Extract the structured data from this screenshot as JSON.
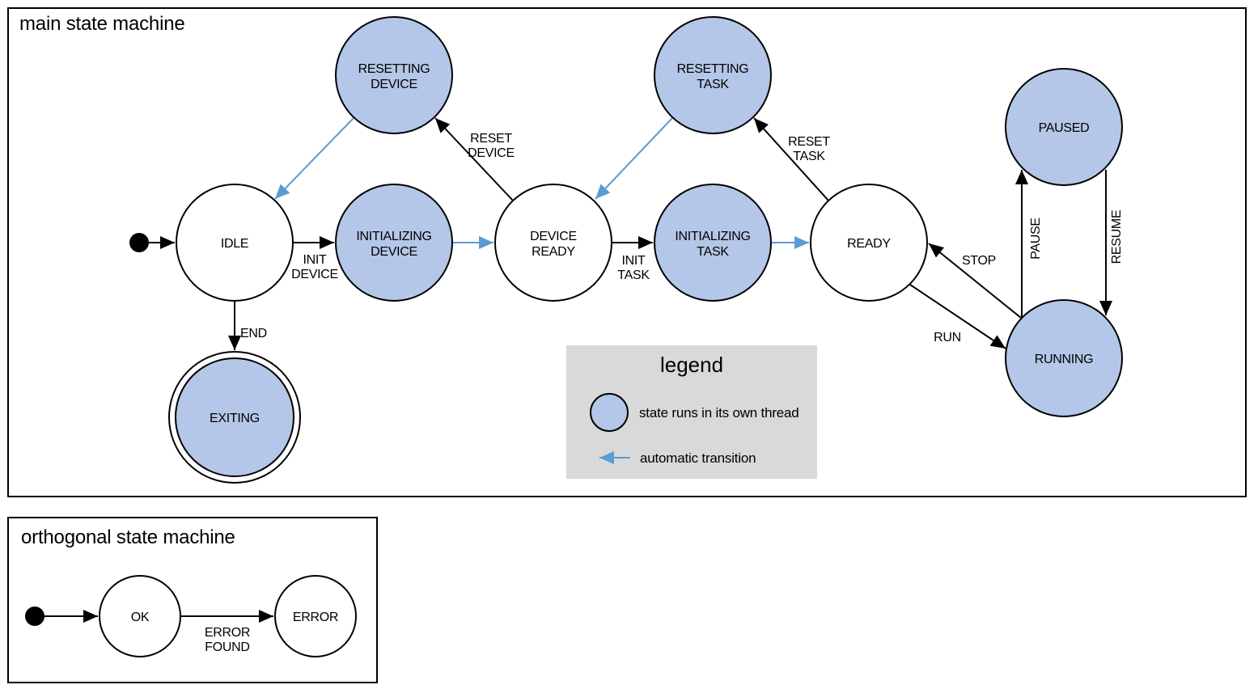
{
  "colors": {
    "threaded_state_fill": "#b4c7e8",
    "state_stroke": "#000000",
    "auto_transition_blue": "#5b9bd5",
    "legend_background": "#d9d9d9"
  },
  "main_machine": {
    "title": "main state machine",
    "states": {
      "idle": {
        "label": "IDLE"
      },
      "resetting_device": {
        "label1": "RESETTING",
        "label2": "DEVICE"
      },
      "initializing_device": {
        "label1": "INITIALIZING",
        "label2": "DEVICE"
      },
      "device_ready": {
        "label1": "DEVICE",
        "label2": "READY"
      },
      "resetting_task": {
        "label1": "RESETTING",
        "label2": "TASK"
      },
      "initializing_task": {
        "label1": "INITIALIZING",
        "label2": "TASK"
      },
      "ready": {
        "label": "READY"
      },
      "paused": {
        "label": "PAUSED"
      },
      "running": {
        "label": "RUNNING"
      },
      "exiting": {
        "label": "EXITING"
      }
    },
    "transitions": {
      "init_device": {
        "from": "IDLE",
        "to": "INITIALIZING DEVICE",
        "label1": "INIT",
        "label2": "DEVICE"
      },
      "initializing_device_auto": {
        "from": "INITIALIZING DEVICE",
        "to": "DEVICE READY",
        "automatic": true
      },
      "reset_device": {
        "from": "DEVICE READY",
        "to": "RESETTING DEVICE",
        "label1": "RESET",
        "label2": "DEVICE"
      },
      "resetting_device_auto": {
        "from": "RESETTING DEVICE",
        "to": "IDLE",
        "automatic": true
      },
      "init_task": {
        "from": "DEVICE READY",
        "to": "INITIALIZING TASK",
        "label1": "INIT",
        "label2": "TASK"
      },
      "initializing_task_auto": {
        "from": "INITIALIZING TASK",
        "to": "READY",
        "automatic": true
      },
      "reset_task": {
        "from": "READY",
        "to": "RESETTING TASK",
        "label1": "RESET",
        "label2": "TASK"
      },
      "resetting_task_auto": {
        "from": "RESETTING TASK",
        "to": "DEVICE READY",
        "automatic": true
      },
      "run": {
        "from": "READY",
        "to": "RUNNING",
        "label": "RUN"
      },
      "stop": {
        "from": "RUNNING",
        "to": "READY",
        "label": "STOP"
      },
      "pause": {
        "from": "RUNNING",
        "to": "PAUSED",
        "label": "PAUSE"
      },
      "resume": {
        "from": "PAUSED",
        "to": "RUNNING",
        "label": "RESUME"
      },
      "end": {
        "from": "IDLE",
        "to": "EXITING",
        "label": "END"
      }
    }
  },
  "legend": {
    "title": "legend",
    "threaded_state_label": "state runs in its own thread",
    "auto_transition_label": "automatic transition"
  },
  "orthogonal_machine": {
    "title": "orthogonal state machine",
    "states": {
      "ok": {
        "label": "OK"
      },
      "error": {
        "label": "ERROR"
      }
    },
    "transitions": {
      "error_found": {
        "from": "OK",
        "to": "ERROR",
        "label1": "ERROR",
        "label2": "FOUND"
      }
    }
  }
}
